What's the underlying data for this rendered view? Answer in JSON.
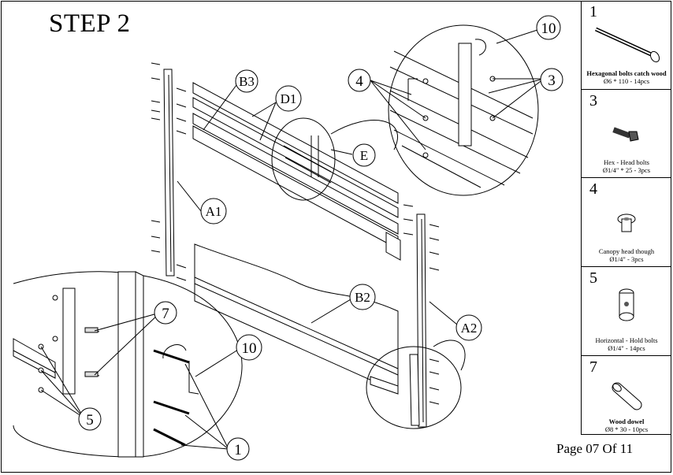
{
  "title": "STEP 2",
  "page_label": "Page 07 Of 11",
  "callouts": {
    "a1": "A1",
    "a2": "A2",
    "b2": "B2",
    "b3": "B3",
    "d1": "D1",
    "e": "E",
    "ten_top": "10",
    "four": "4",
    "three": "3",
    "seven": "7",
    "ten_bottom": "10",
    "five": "5",
    "one": "1"
  },
  "parts": [
    {
      "number": "1",
      "name": "Hexagonal bolts catch wood",
      "spec": "Ø6 * 110 - 14pcs",
      "icon": "long-bolt-icon"
    },
    {
      "number": "3",
      "name": "Hex - Head bolts",
      "spec": "Ø1/4\" * 25 - 3pcs",
      "icon": "hex-bolt-icon"
    },
    {
      "number": "4",
      "name": "Canopy head though",
      "spec": "Ø1/4\" - 3pcs",
      "icon": "barrel-nut-icon"
    },
    {
      "number": "5",
      "name": "Horizontal - Hold bolts",
      "spec": "Ø1/4\" - 14pcs",
      "icon": "cross-dowel-icon"
    },
    {
      "number": "7",
      "name": "Wood dowel",
      "spec": "Ø8 * 30 - 10pcs",
      "icon": "wood-dowel-icon"
    }
  ]
}
